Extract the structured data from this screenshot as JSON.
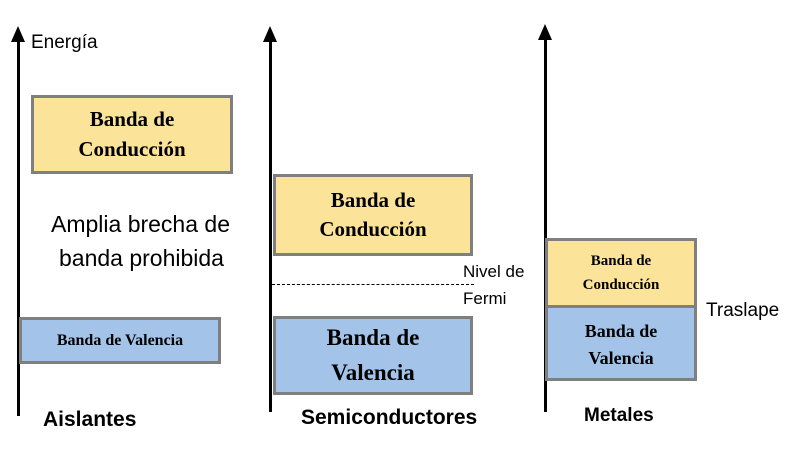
{
  "axis_label": "Energía",
  "columns": {
    "insulators": {
      "title": "Aislantes",
      "conduction_band": "Banda de Conducción",
      "gap_label_line1": "Amplia brecha de",
      "gap_label_line2": "banda prohibida",
      "valence_band": "Banda de Valencia"
    },
    "semiconductors": {
      "title": "Semiconductores",
      "conduction_band": "Banda de Conducción",
      "fermi_line1": "Nivel de",
      "fermi_line2": "Fermi",
      "valence_band": "Banda de Valencia"
    },
    "metals": {
      "title": "Metales",
      "conduction_band": "Banda de Conducción",
      "valence_band": "Banda de Valencia",
      "overlap_label": "Traslape"
    }
  },
  "colors": {
    "conduction_fill": "#fbe49a",
    "valence_fill": "#a3c4e8",
    "band_border": "#7f7f7f"
  }
}
